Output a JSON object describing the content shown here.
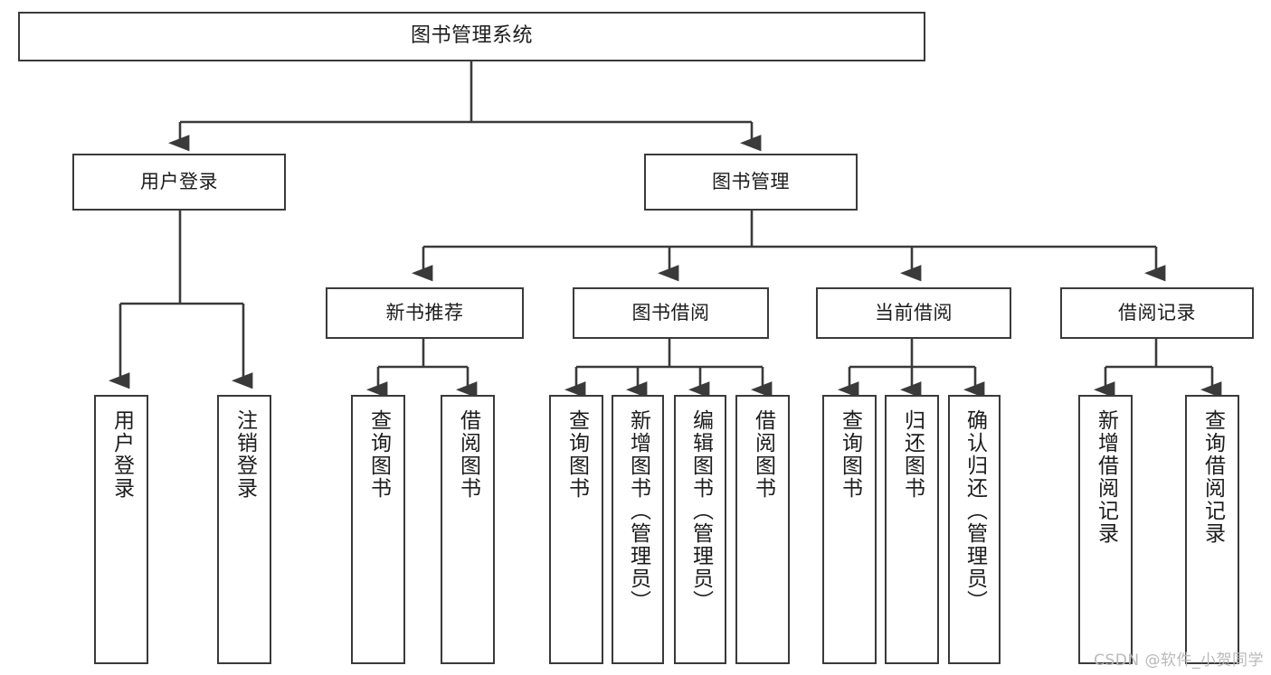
{
  "diagram": {
    "title": "图书管理系统",
    "watermark": "CSDN @软件_小贺同学",
    "colors": {
      "border": "#3a3a3a",
      "background": "#ffffff",
      "text": "#1c1c1c",
      "watermark": "#b9b9b9"
    },
    "root": {
      "label": "图书管理系统"
    },
    "level1": [
      {
        "id": "user-login",
        "label": "用户登录"
      },
      {
        "id": "book-manage",
        "label": "图书管理"
      }
    ],
    "level2": [
      {
        "id": "new-book-recommend",
        "label": "新书推荐",
        "parent": "book-manage"
      },
      {
        "id": "book-borrow",
        "label": "图书借阅",
        "parent": "book-manage"
      },
      {
        "id": "current-borrow",
        "label": "当前借阅",
        "parent": "book-manage"
      },
      {
        "id": "borrow-record",
        "label": "借阅记录",
        "parent": "book-manage"
      }
    ],
    "leaves": [
      {
        "id": "leaf-user-login",
        "label": "用户登录",
        "parent": "user-login"
      },
      {
        "id": "leaf-user-logout",
        "label": "注销登录",
        "parent": "user-login"
      },
      {
        "id": "leaf-query-book-1",
        "label": "查询图书",
        "parent": "new-book-recommend"
      },
      {
        "id": "leaf-borrow-book-1",
        "label": "借阅图书",
        "parent": "new-book-recommend"
      },
      {
        "id": "leaf-query-book-2",
        "label": "查询图书",
        "parent": "book-borrow"
      },
      {
        "id": "leaf-add-book",
        "label": "新增图书（管理员）",
        "parent": "book-borrow"
      },
      {
        "id": "leaf-edit-book",
        "label": "编辑图书（管理员）",
        "parent": "book-borrow"
      },
      {
        "id": "leaf-borrow-book-2",
        "label": "借阅图书",
        "parent": "book-borrow"
      },
      {
        "id": "leaf-query-book-3",
        "label": "查询图书",
        "parent": "current-borrow"
      },
      {
        "id": "leaf-return-book",
        "label": "归还图书",
        "parent": "current-borrow"
      },
      {
        "id": "leaf-confirm-return",
        "label": "确认归还（管理员）",
        "parent": "current-borrow"
      },
      {
        "id": "leaf-add-record",
        "label": "新增借阅记录",
        "parent": "borrow-record"
      },
      {
        "id": "leaf-query-record",
        "label": "查询借阅记录",
        "parent": "borrow-record"
      }
    ]
  }
}
